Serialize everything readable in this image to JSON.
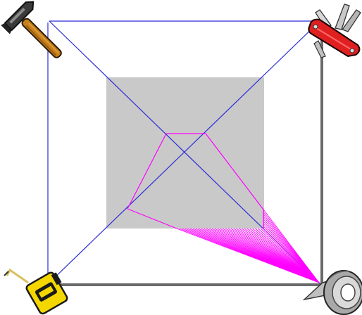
{
  "scene": {
    "background_color": "#ffffff",
    "colors": {
      "blue_line": "#2a2ad8",
      "magenta": "#ff00ff",
      "gray_square": "#c9c9c9",
      "frame_gray": "#6a6a6a"
    },
    "corner_icons": [
      {
        "name": "hammer-icon",
        "position": "top-left"
      },
      {
        "name": "swiss-army-knife-icon",
        "position": "top-right"
      },
      {
        "name": "tape-measure-icon",
        "position": "bottom-left"
      },
      {
        "name": "duct-tape-icon",
        "position": "bottom-right"
      }
    ]
  }
}
